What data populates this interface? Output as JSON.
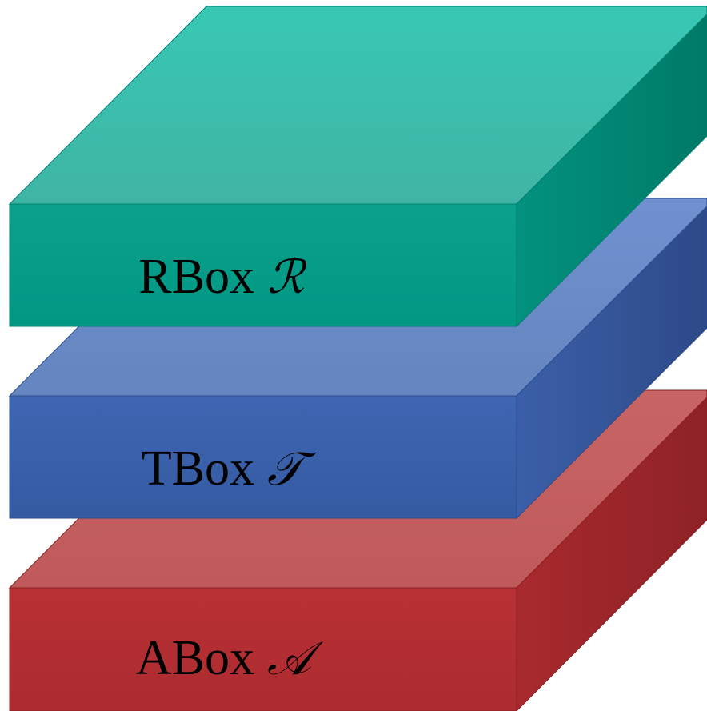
{
  "diagram": {
    "layers": [
      {
        "key": "abox",
        "label": "ABox",
        "symbol": "𝒜",
        "colors": {
          "top_light": "#c86464",
          "top_dark": "#c05a5a",
          "front_top": "#b83034",
          "front_bottom": "#ac2c30",
          "side_light": "#a82a2e",
          "side_dark": "#8e2226",
          "edge": "#8c1f23"
        }
      },
      {
        "key": "tbox",
        "label": "TBox",
        "symbol": "𝒯",
        "colors": {
          "top_light": "#7090d0",
          "top_dark": "#6585c0",
          "front_top": "#3f66b2",
          "front_bottom": "#345aa2",
          "side_light": "#3b5fa8",
          "side_dark": "#2d4a88",
          "edge": "#2d4c8c"
        }
      },
      {
        "key": "rbox",
        "label": "RBox",
        "symbol": "ℛ",
        "colors": {
          "top_light": "#38c8b4",
          "top_dark": "#40b4a4",
          "front_top": "#0aa08c",
          "front_bottom": "#009884",
          "side_light": "#02927e",
          "side_dark": "#007a68",
          "edge": "#007f6e"
        }
      }
    ]
  }
}
